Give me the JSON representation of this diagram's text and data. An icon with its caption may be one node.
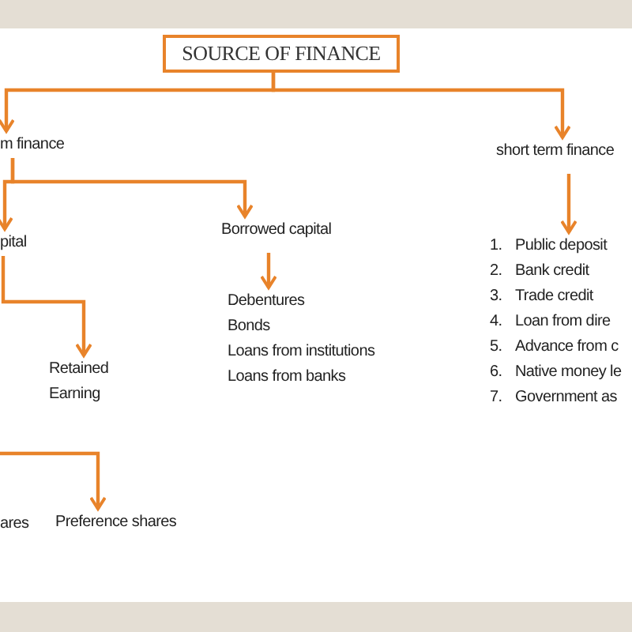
{
  "diagram": {
    "nodes": [
      {
        "text": [
          "SOURCE OF FINANCE"
        ]
      },
      {
        "text": [
          "m finance"
        ]
      },
      {
        "text": [
          "short term finance"
        ]
      },
      {
        "text": [
          "pital"
        ]
      },
      {
        "text": [
          "Borrowed capital"
        ]
      },
      {
        "text": [
          "Debentures",
          "Bonds",
          "Loans from institutions",
          "Loans from banks"
        ]
      },
      {
        "text": [
          "1.",
          "Public deposit",
          "2.",
          "Bank credit",
          "3.",
          "Trade credit",
          "4.",
          "Loan from dire",
          "5.",
          "Advance from c",
          "6.",
          "Native money le",
          "7.",
          "Government as"
        ]
      },
      {
        "text": [
          "Retained Earning"
        ]
      },
      {
        "text": [
          "Preference shares"
        ]
      }
    ],
    "edges": [
      {
        "from": 0,
        "to": 1,
        "arrow": "to"
      },
      {
        "from": 0,
        "to": 2,
        "arrow": "to"
      },
      {
        "from": 1,
        "to": 3,
        "arrow": "to"
      },
      {
        "from": 1,
        "to": 4,
        "arrow": "to"
      },
      {
        "from": 2,
        "to": 6,
        "arrow": "to"
      },
      {
        "from": 4,
        "to": 5,
        "arrow": "to"
      },
      {
        "from": 3,
        "to": 7,
        "arrow": "to"
      },
      {
        "from": null,
        "to": 8,
        "arrow": "to"
      }
    ],
    "labels": [
      "ares"
    ]
  }
}
